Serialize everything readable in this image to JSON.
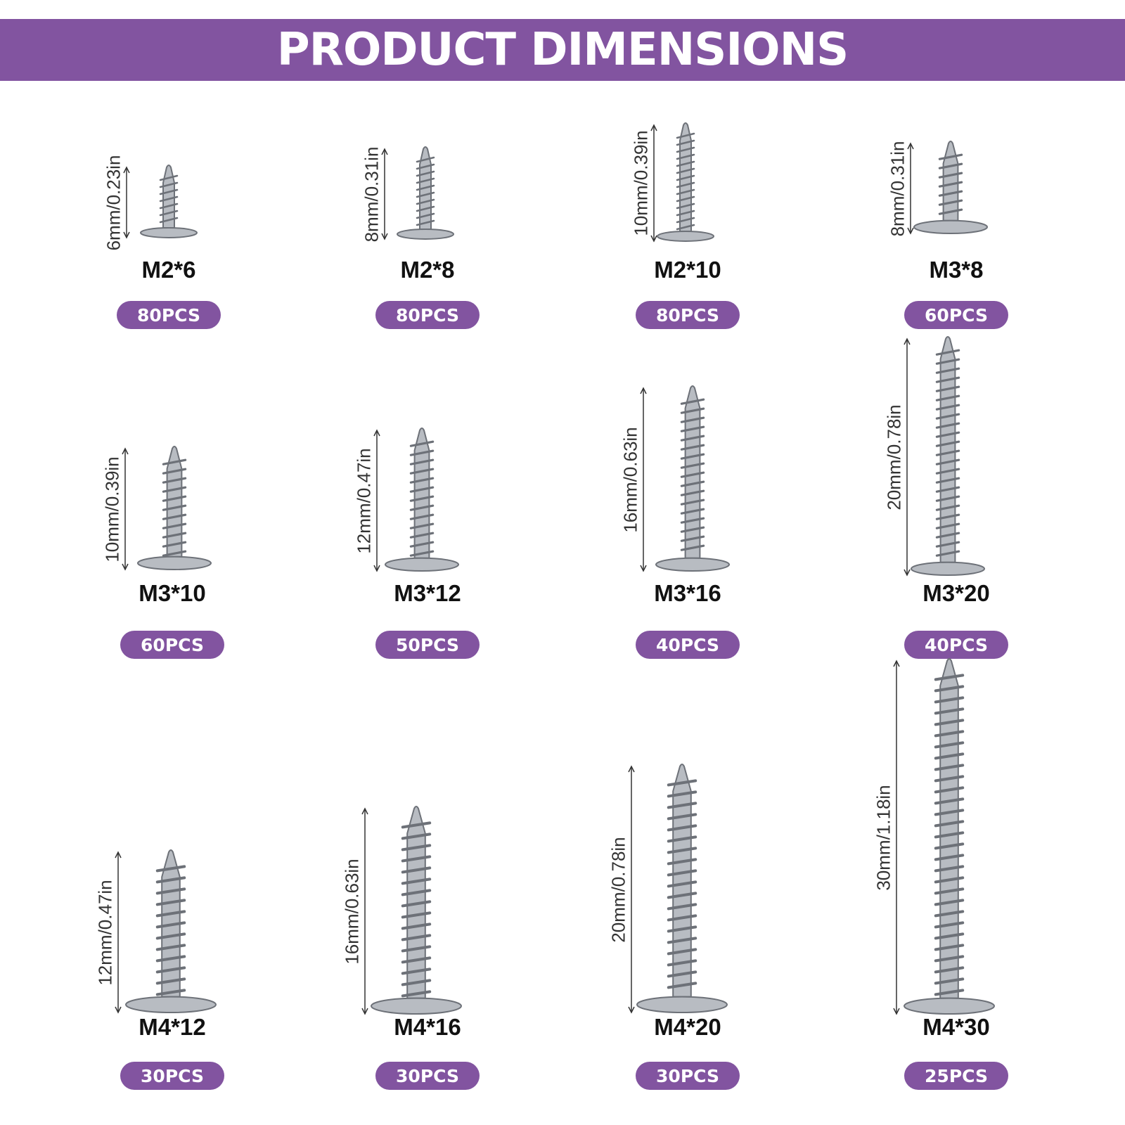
{
  "header": {
    "title": "PRODUCT DIMENSIONS"
  },
  "colors": {
    "accent": "#8254a0",
    "screw_metal": "#b8bcc2",
    "screw_dark": "#6d7178"
  },
  "screws": [
    {
      "name": "M2*6",
      "pcs": "80PCS",
      "measurement": "6mm/0.23in"
    },
    {
      "name": "M2*8",
      "pcs": "80PCS",
      "measurement": "8mm/0.31in"
    },
    {
      "name": "M2*10",
      "pcs": "80PCS",
      "measurement": "10mm/0.39in"
    },
    {
      "name": "M3*8",
      "pcs": "60PCS",
      "measurement": "8mm/0.31in"
    },
    {
      "name": "M3*10",
      "pcs": "60PCS",
      "measurement": "10mm/0.39in"
    },
    {
      "name": "M3*12",
      "pcs": "50PCS",
      "measurement": "12mm/0.47in"
    },
    {
      "name": "M3*16",
      "pcs": "40PCS",
      "measurement": "16mm/0.63in"
    },
    {
      "name": "M3*20",
      "pcs": "40PCS",
      "measurement": "20mm/0.78in"
    },
    {
      "name": "M4*12",
      "pcs": "30PCS",
      "measurement": "12mm/0.47in"
    },
    {
      "name": "M4*16",
      "pcs": "30PCS",
      "measurement": "16mm/0.63in"
    },
    {
      "name": "M4*20",
      "pcs": "30PCS",
      "measurement": "20mm/0.78in"
    },
    {
      "name": "M4*30",
      "pcs": "25PCS",
      "measurement": "30mm/1.18in"
    }
  ]
}
